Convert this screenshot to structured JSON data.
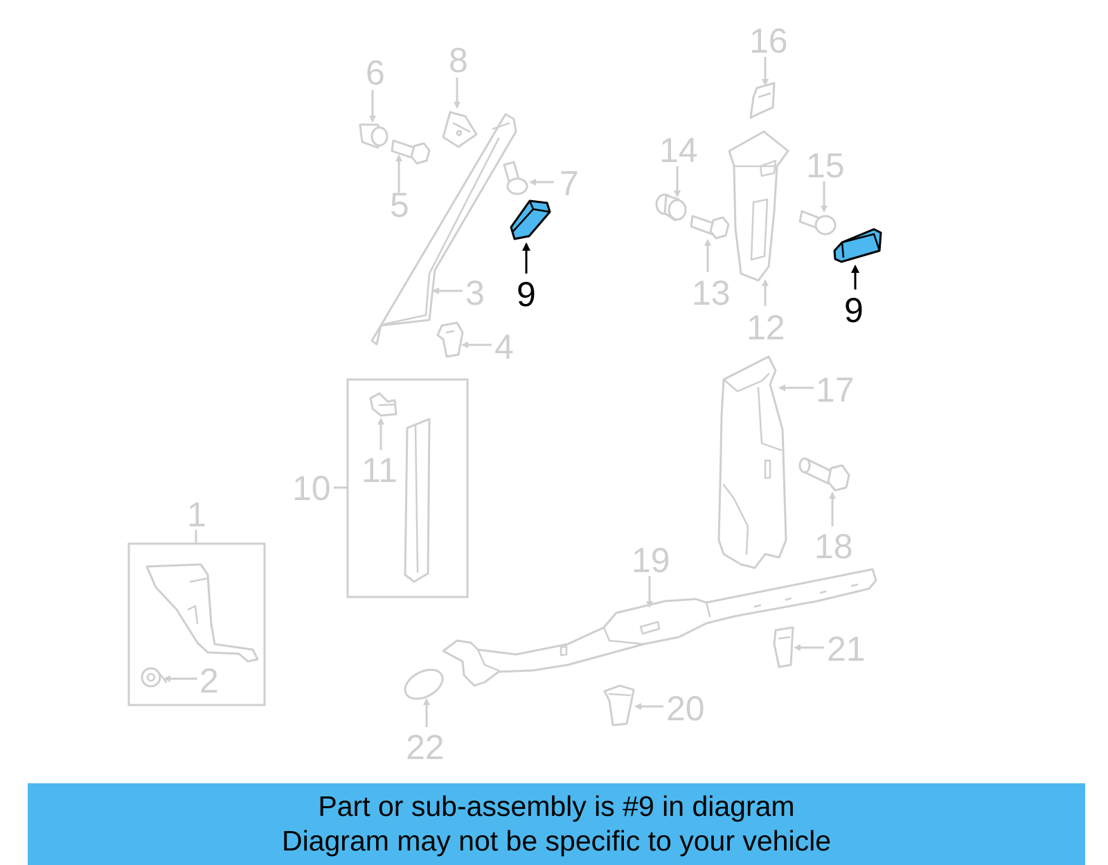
{
  "diagram": {
    "callouts": {
      "c1": "1",
      "c2": "2",
      "c3": "3",
      "c4": "4",
      "c5": "5",
      "c6": "6",
      "c7": "7",
      "c8": "8",
      "c9a": "9",
      "c9b": "9",
      "c10": "10",
      "c11": "11",
      "c12": "12",
      "c13": "13",
      "c14": "14",
      "c15": "15",
      "c16": "16",
      "c17": "17",
      "c18": "18",
      "c19": "19",
      "c20": "20",
      "c21": "21",
      "c22": "22"
    },
    "highlight_color": "#4cb8ef",
    "muted_color": "#cfcfcf"
  },
  "banner": {
    "line1": "Part or sub-assembly is #9 in diagram",
    "line2": "Diagram may not be specific to your vehicle",
    "color": "#4cb8ef"
  }
}
